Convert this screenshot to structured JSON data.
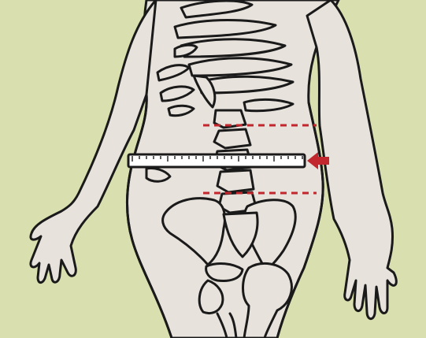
{
  "colors": {
    "background": "#d9dfae",
    "skin": "#e8e2dc",
    "outline": "#1a1a1a",
    "bone": "#e8e2dc",
    "tape": "#ffffff",
    "guide_line": "#c1272d",
    "arrow": "#c1272d"
  },
  "diagram": {
    "subject": "human-torso-with-skeleton",
    "measuring_tape": {
      "tick_labels": []
    },
    "guide_lines": [
      "upper-reference-line",
      "lower-reference-line"
    ],
    "arrow": {
      "direction": "left",
      "icon": "arrow-left-icon"
    }
  }
}
